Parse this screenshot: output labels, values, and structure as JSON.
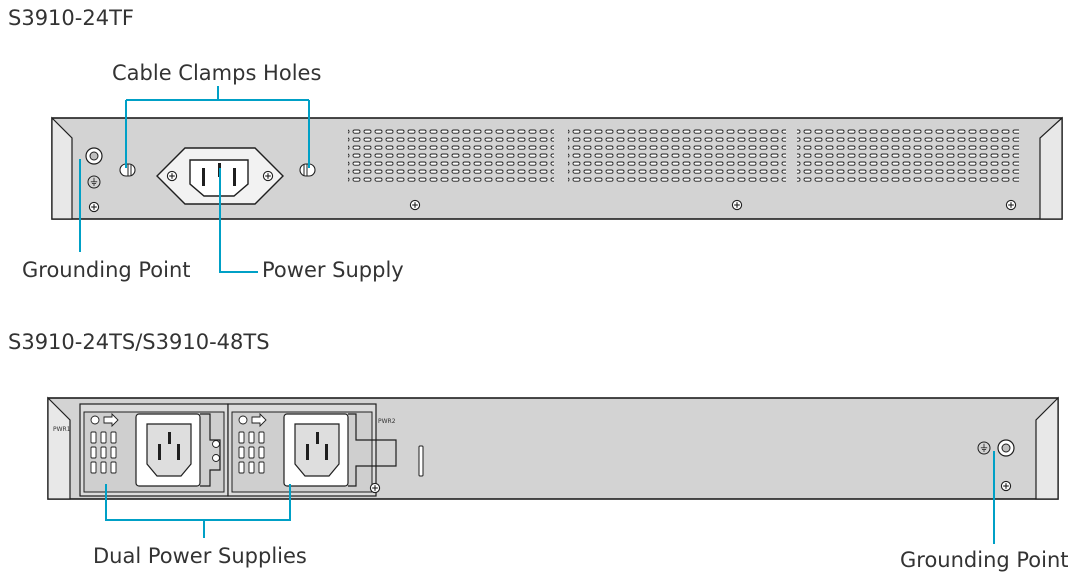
{
  "top_diagram": {
    "model": "S3910-24TF",
    "labels": {
      "cable_clamps": "Cable Clamps Holes",
      "grounding": "Grounding Point",
      "power_supply": "Power Supply"
    }
  },
  "bottom_diagram": {
    "model": "S3910-24TS/S3910-48TS",
    "labels": {
      "dual_power": "Dual Power Supplies",
      "grounding": "Grounding Point"
    },
    "psu_markings": {
      "pwr1": "PWR1",
      "pwr2": "PWR2"
    }
  },
  "colors": {
    "callout_line": "#00a0c6",
    "panel_fill": "#d3d3d3",
    "outline": "#1f1f1f"
  }
}
